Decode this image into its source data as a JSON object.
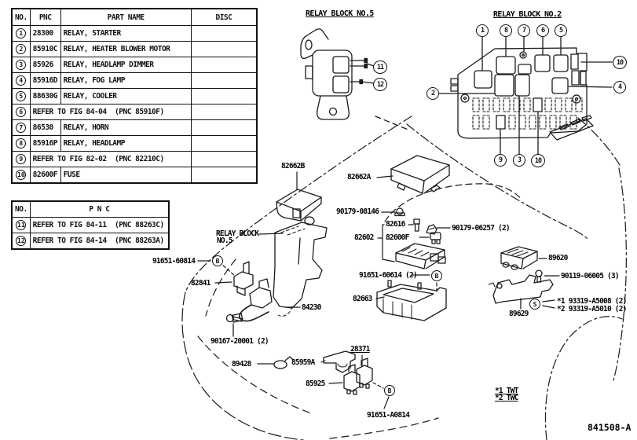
{
  "doc": {
    "number": "841508-A"
  },
  "table1": {
    "headers": {
      "no": "NO.",
      "pnc": "PNC",
      "name": "PART NAME",
      "disc": "DISC"
    },
    "rows": [
      {
        "no": "1",
        "pnc": "28300",
        "name": "RELAY, STARTER"
      },
      {
        "no": "2",
        "pnc": "85910C",
        "name": "RELAY, HEATER BLOWER MOTOR"
      },
      {
        "no": "3",
        "pnc": "85926",
        "name": "RELAY, HEADLAMP DIMMER"
      },
      {
        "no": "4",
        "pnc": "85916D",
        "name": "RELAY, FOG LAMP"
      },
      {
        "no": "5",
        "pnc": "88630G",
        "name": "RELAY, COOLER"
      },
      {
        "no": "6",
        "refer": "REFER TO FIG 84-04  (PNC 85910F)"
      },
      {
        "no": "7",
        "pnc": "86530",
        "name": "RELAY, HORN"
      },
      {
        "no": "8",
        "pnc": "85916P",
        "name": "RELAY, HEADLAMP"
      },
      {
        "no": "9",
        "refer": "REFER TO FIG 82-02  (PNC 82210C)"
      },
      {
        "no": "10",
        "pnc": "82600F",
        "name": "FUSE"
      }
    ]
  },
  "table2": {
    "headers": {
      "no": "NO.",
      "pnc": "P N C"
    },
    "rows": [
      {
        "no": "11",
        "refer": "REFER TO FIG 84-11  (PNC 88263C)"
      },
      {
        "no": "12",
        "refer": "REFER TO FIG 84-14  (PNC 88263A)"
      }
    ]
  },
  "rb5": {
    "title": "RELAY BLOCK NO.5",
    "callout_11": "11",
    "callout_12": "12"
  },
  "rb2": {
    "title": "RELAY BLOCK NO.2",
    "top": [
      "1",
      "8",
      "7",
      "6",
      "5"
    ],
    "right": [
      "10",
      "4"
    ],
    "left": [
      "2"
    ],
    "bottom": [
      "9",
      "3",
      "10"
    ]
  },
  "labels": {
    "p82662B": "82662B",
    "p82662A": "82662A",
    "p90179_08146": "90179-08146",
    "p82616": "82616",
    "p90179_06257": "90179-06257 (2)",
    "p82602": "82602",
    "p82600F": "82600F",
    "p89620": "89620",
    "p90119_06005": "90119-06005 (3)",
    "p93319_1": "*1 93319-A5008 (2)",
    "p93319_2": "*2 93319-A5010 (2)",
    "p89629": "89629",
    "p91651_60614": "91651-60614 (2)",
    "p82663": "82663",
    "p91651_60814": "91651-60814",
    "p82841": "82841",
    "p84230": "84230",
    "p90167_20001": "90167-20001 (2)",
    "p89428": "89428",
    "p85959A": "85959A",
    "p28371": "28371",
    "p85925": "85925",
    "p91651_A0814": "91651-A0814",
    "relay_block_line1": "RELAY BLOCK",
    "relay_block_line2": "NO.5"
  },
  "fastener_callouts": {
    "bolt": "B",
    "screw": "S"
  },
  "footnotes": {
    "line1": "*1 TWT",
    "line2": "*2 TWC"
  }
}
